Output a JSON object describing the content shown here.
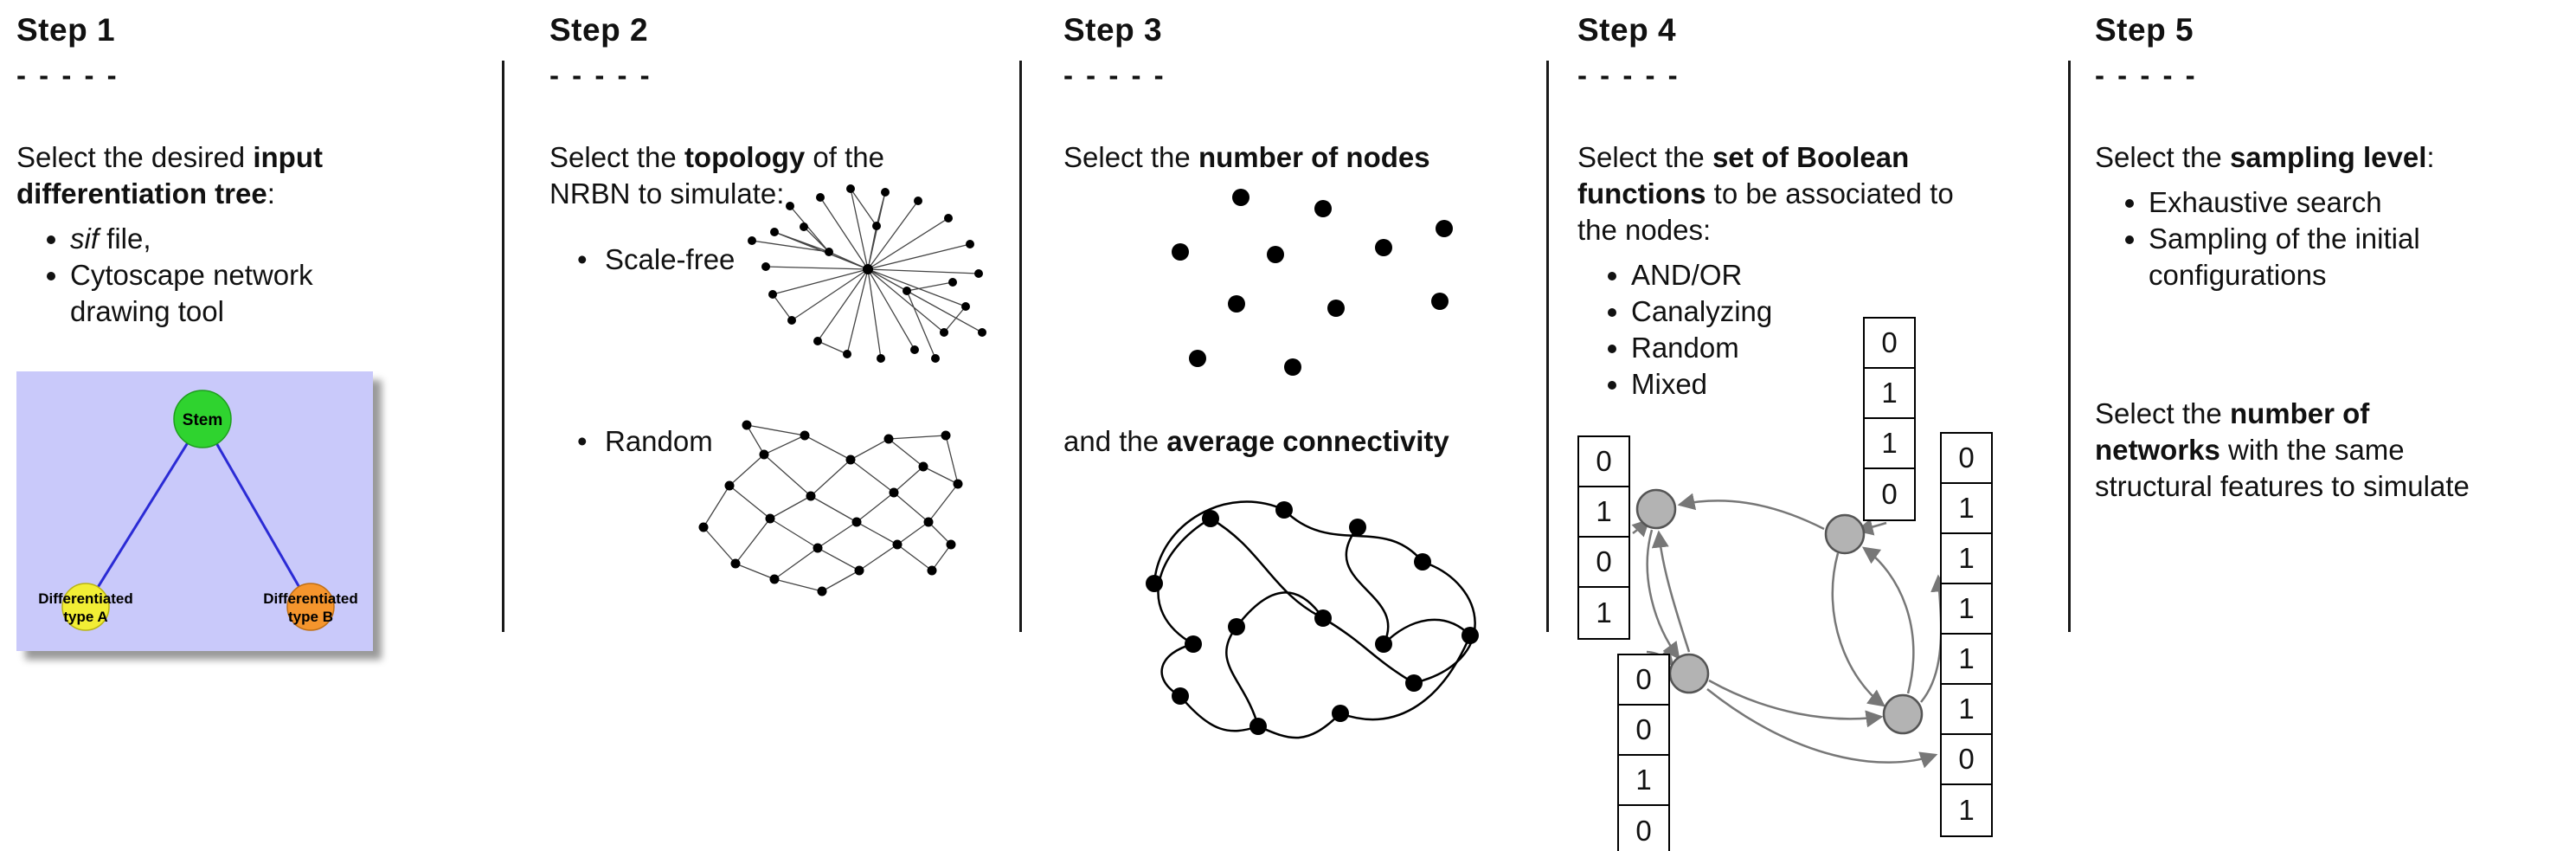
{
  "steps": [
    {
      "title": "Step 1",
      "dashes": "- - - - -",
      "intro": {
        "pre": "Select the desired ",
        "bold1": "input",
        "bold2": "differentiation tree",
        "post": ":"
      },
      "bullets": {
        "b1_italic": "sif",
        "b1_rest": " file,",
        "b2_l1": "Cytoscape network",
        "b2_l2": "drawing tool"
      },
      "tree": {
        "stem": "Stem",
        "a1": "Differentiated",
        "a2": "type A",
        "b1": "Differentiated",
        "b2": "type B"
      }
    },
    {
      "title": "Step 2",
      "dashes": "- - - - -",
      "intro": {
        "pre": "Select the ",
        "bold": "topology",
        "post": " of the",
        "line2": "NRBN to simulate:"
      },
      "bullets": [
        "Scale-free",
        "Random"
      ]
    },
    {
      "title": "Step 3",
      "dashes": "- - - - -",
      "intro": {
        "pre": "Select the ",
        "bold": "number of nodes"
      },
      "mid": {
        "pre": "and the ",
        "bold": "average connectivity"
      }
    },
    {
      "title": "Step 4",
      "dashes": "- - - - -",
      "intro": {
        "pre": "Select the ",
        "bold1": "set of Boolean",
        "bold2": "functions",
        "mid": " to be associated to",
        "line3": "the nodes:"
      },
      "bullets": [
        "AND/OR",
        "Canalyzing",
        "Random",
        "Mixed"
      ],
      "tables": {
        "left": [
          "0",
          "1",
          "0",
          "1"
        ],
        "top": [
          "0",
          "1",
          "1",
          "0"
        ],
        "right": [
          "0",
          "1",
          "1",
          "1",
          "1",
          "1",
          "0",
          "1"
        ],
        "bottom": [
          "0",
          "0",
          "1",
          "0"
        ]
      }
    },
    {
      "title": "Step 5",
      "dashes": "- - - - -",
      "intro": {
        "pre": "Select the ",
        "bold": "sampling level",
        "post": ":"
      },
      "bullets": {
        "b1": "Exhaustive search",
        "b2_l1": "Sampling of the initial",
        "b2_l2": "configurations"
      },
      "second": {
        "l1_pre": "Select the ",
        "l1_bold": "number of",
        "l2_bold": "networks",
        "l2_post": " with the same",
        "l3": "structural features to simulate"
      }
    }
  ],
  "colors": {
    "tree_bg": "#c9c9fa",
    "stem_green": "#2fd32f",
    "type_a_yellow": "#f2ee35",
    "type_b_orange": "#f5952d",
    "tree_edge_blue": "#2b2bd5",
    "node_gray": "#b3b3b3",
    "arrow_gray": "#777777"
  }
}
